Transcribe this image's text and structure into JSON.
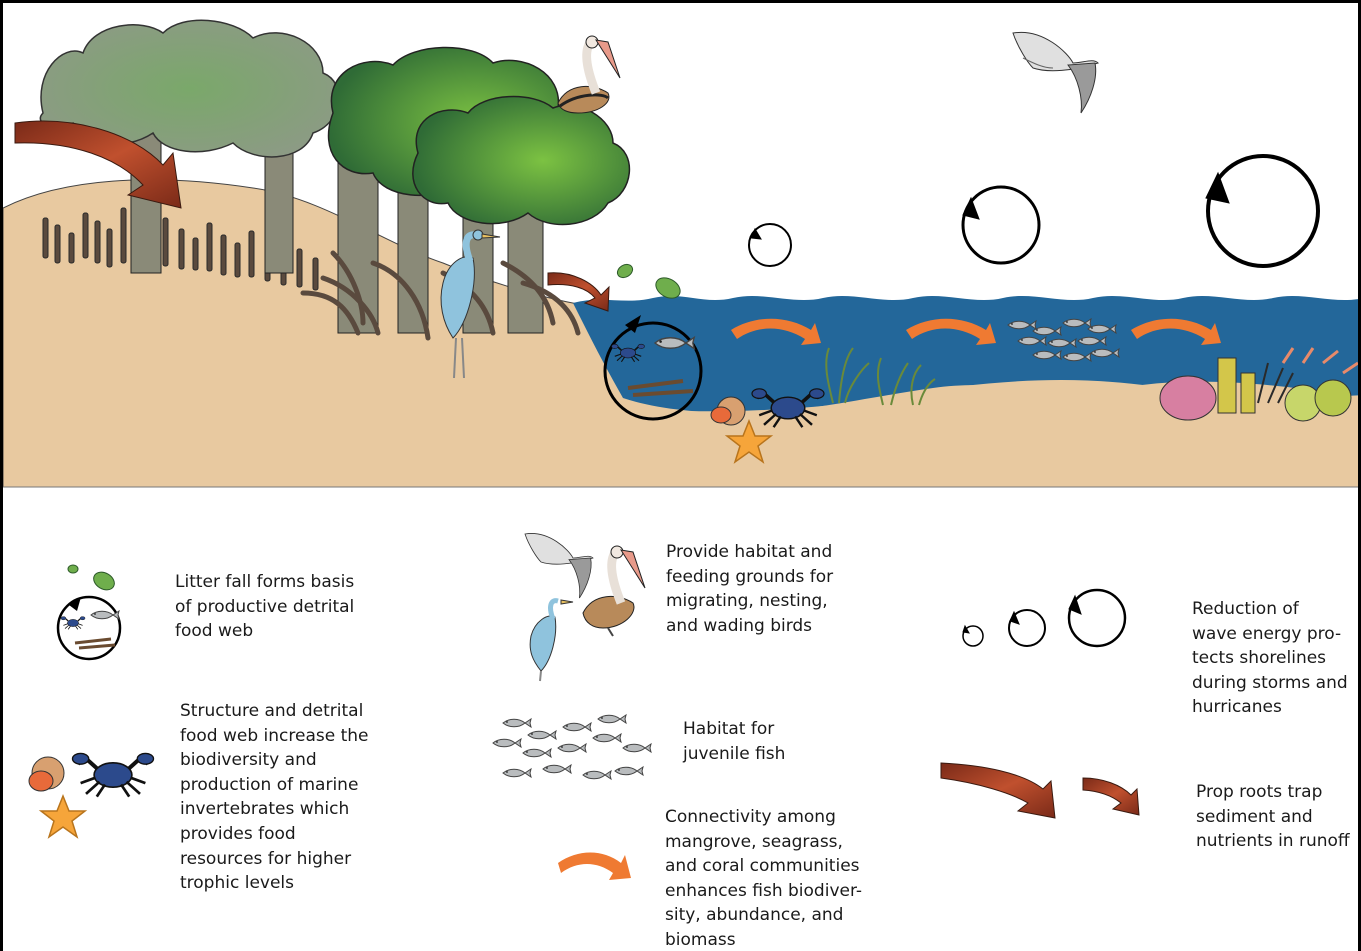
{
  "legend": {
    "litter": "Litter fall forms basis\nof productive detrital\nfood web",
    "structure": "Structure and detrital\nfood web increase the\nbiodiversity and\nproduction of  marine\ninvertebrates which\nprovides food\nresources for higher\ntrophic levels",
    "birds": "Provide habitat and\nfeeding grounds for\nmigrating, nesting,\nand wading birds",
    "fish": "Habitat for\njuvenile fish",
    "connectivity": "Connectivity among\nmangrove, seagrass,\nand coral communities\nenhances fish biodiver-\nsity, abundance, and\nbiomass",
    "wave": "Reduction of\nwave energy  pro-\ntects shorelines\nduring storms and\nhurricanes",
    "roots": "Prop roots trap\nsediment and\nnutrients  in runoff"
  },
  "colors": {
    "sand": "#e8c9a0",
    "water": "#23679a",
    "tree_canopy": "#4f8a3c",
    "tree_trunk": "#8a8a78",
    "runoff_arrow": "#a8442a",
    "connectivity_arrow": "#ef7a32",
    "starfish": "#f6a53a",
    "crab": "#2c4a8c",
    "heron": "#8fc3dd"
  }
}
